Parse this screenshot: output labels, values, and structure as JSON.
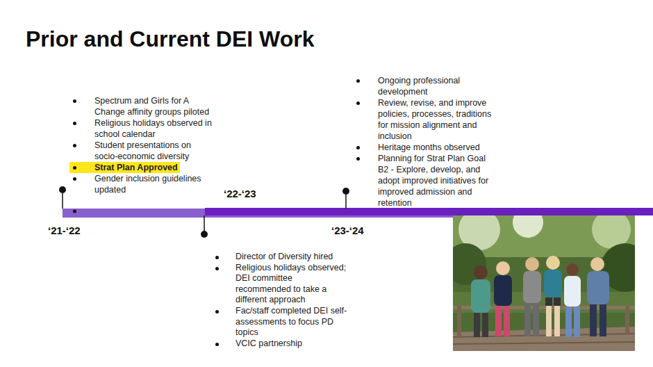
{
  "diagram": {
    "title": "Prior and Current DEI Work",
    "labels": [
      "Spectrum and Girls for A Change affinity groups piloted",
      "Religious holidays observed in school calendar",
      "Student presentations on socio-economic diversity",
      "Strat Plan Approved",
      "Gender inclusion guidelines updated",
      "‘21-‘22",
      "‘22-‘23",
      "Ongoing professional development",
      "Review, revise, and improve policies, processes, traditions for mission alignment and inclusion",
      "Heritage months observed",
      "Planning for Strat Plan Goal B2 - Explore, develop, and adopt improved initiatives for improved admission and retention",
      "‘23-‘24",
      "Director of Diversity hired",
      "Religious holidays observed; DEI committee recommended to take a different approach",
      "Fac/staff completed DEI self-assessments to focus PD topics",
      "VCIC partnership"
    ]
  }
}
